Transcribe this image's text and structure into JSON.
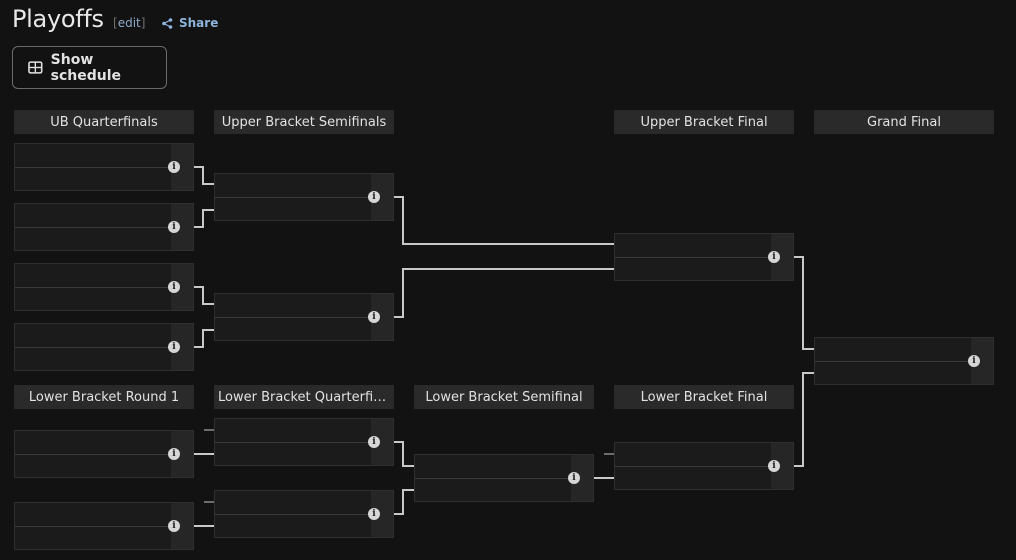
{
  "header": {
    "title": "Playoffs",
    "edit_open": "[",
    "edit_label": "edit",
    "edit_close": "]",
    "share_label": "Share"
  },
  "schedule_button": {
    "label": "Show schedule",
    "icon": "table-grid-icon"
  },
  "rounds": {
    "ubq": "UB Quarterfinals",
    "ubs": "Upper Bracket Semifinals",
    "ubf": "Upper Bracket Final",
    "gf": "Grand Final",
    "lb1": "Lower Bracket Round 1",
    "lbq": "Lower Bracket Quarterfin...",
    "lbs": "Lower Bracket Semifinal",
    "lbf": "Lower Bracket Final"
  },
  "info_glyph": "i"
}
